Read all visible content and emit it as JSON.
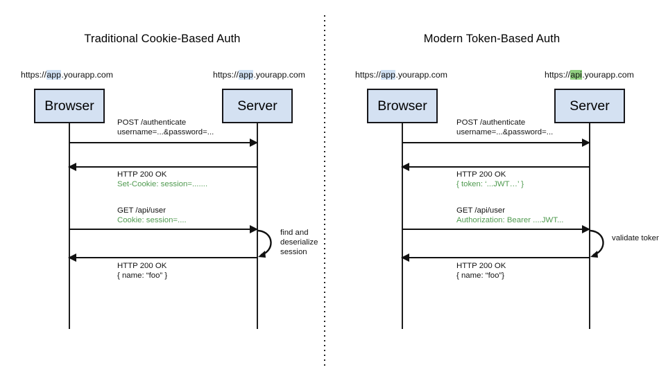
{
  "diagram": {
    "type": "sequence-diagram",
    "divider": "vertical-dotted-line",
    "colors": {
      "actor_fill": "#d4e1f2",
      "actor_border": "#16161a",
      "line": "#111111",
      "green_text": "#4f9a4f",
      "highlight_blue": "#cfe0f3",
      "highlight_green": "#8fcf7f",
      "background": "#ffffff"
    },
    "panels": [
      {
        "id": "traditional",
        "title": "Traditional Cookie-Based Auth",
        "actors": [
          {
            "id": "browser",
            "label": "Browser",
            "url_prefix": "https://",
            "url_highlight": "app",
            "url_highlight_color": "blue",
            "url_suffix": ".yourapp.com"
          },
          {
            "id": "server",
            "label": "Server",
            "url_prefix": "https://",
            "url_highlight": "app",
            "url_highlight_color": "blue",
            "url_suffix": ".yourapp.com"
          }
        ],
        "messages": [
          {
            "direction": "to-right",
            "line1": "POST /authenticate",
            "line2": "username=...&password=...",
            "line2_green": false
          },
          {
            "direction": "to-left",
            "line1": "HTTP 200 OK",
            "line2": "Set-Cookie: session=.......",
            "line2_green": true
          },
          {
            "direction": "to-right",
            "line1": "GET /api/user",
            "line2": "Cookie: session=....",
            "line2_green": true
          },
          {
            "direction": "to-left",
            "line1": "HTTP 200 OK",
            "line2": "{ name: “foo” }",
            "line2_green": false
          }
        ],
        "self_call": {
          "actor": "server",
          "lines": [
            "find and",
            "deserialize",
            "session"
          ]
        }
      },
      {
        "id": "modern",
        "title": "Modern Token-Based Auth",
        "actors": [
          {
            "id": "browser",
            "label": "Browser",
            "url_prefix": "https://",
            "url_highlight": "app",
            "url_highlight_color": "blue",
            "url_suffix": ".yourapp.com"
          },
          {
            "id": "server",
            "label": "Server",
            "url_prefix": "https://",
            "url_highlight": "api",
            "url_highlight_color": "green",
            "url_suffix": ".yourapp.com"
          }
        ],
        "messages": [
          {
            "direction": "to-right",
            "line1": "POST /authenticate",
            "line2": "username=...&password=...",
            "line2_green": false
          },
          {
            "direction": "to-left",
            "line1": "HTTP 200 OK",
            "line2": "{ token: ‘...JWT…’ }",
            "line2_green": true
          },
          {
            "direction": "to-right",
            "line1": "GET /api/user",
            "line2": "Authorization: Bearer ....JWT...",
            "line2_green": true
          },
          {
            "direction": "to-left",
            "line1": "HTTP 200 OK",
            "line2": "{ name: “foo”}",
            "line2_green": false
          }
        ],
        "self_call": {
          "actor": "server",
          "lines": [
            "validate token"
          ]
        }
      }
    ]
  }
}
